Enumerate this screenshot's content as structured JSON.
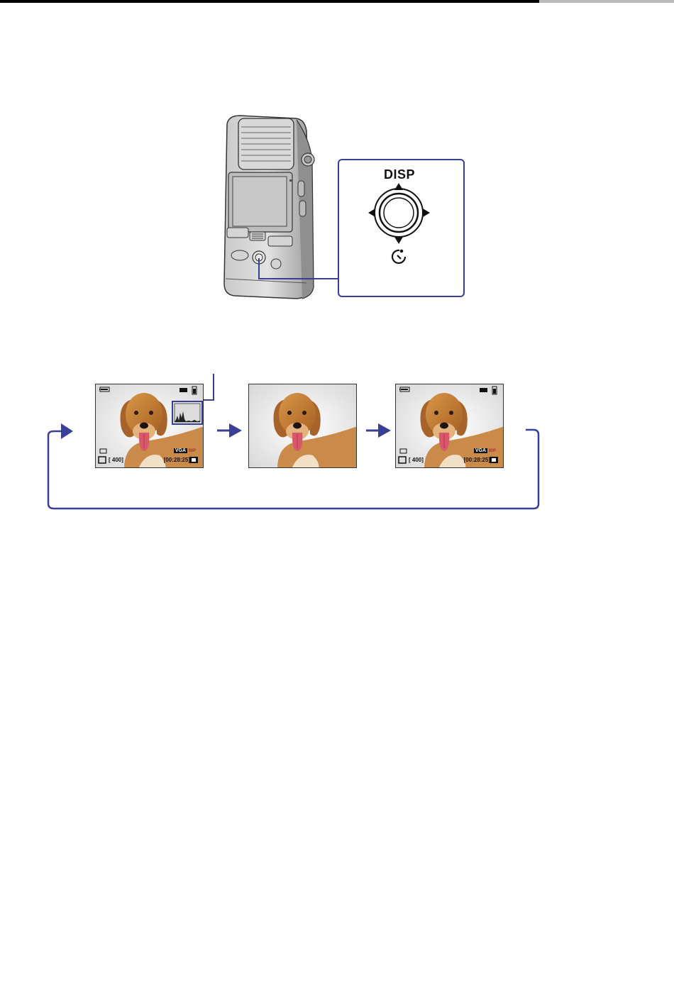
{
  "dial": {
    "disp_label": "DISP",
    "up_icon": "triangle-up-icon",
    "down_icon": "triangle-down-icon",
    "left_icon": "triangle-left-icon",
    "right_icon": "triangle-right-icon",
    "timer_icon": "self-timer-icon"
  },
  "screens": [
    {
      "count": "[   400]",
      "time": "[00:28:25]",
      "quality": "VGA",
      "fps": "30P",
      "histogram": true
    },
    {
      "count": "",
      "time": "",
      "quality": "",
      "fps": "",
      "histogram": false
    },
    {
      "count": "[   400]",
      "time": "[00:28:25]",
      "quality": "VGA",
      "fps": "30P",
      "histogram": false
    }
  ],
  "colors": {
    "accent": "#3a3f96",
    "rule": "#000000"
  }
}
